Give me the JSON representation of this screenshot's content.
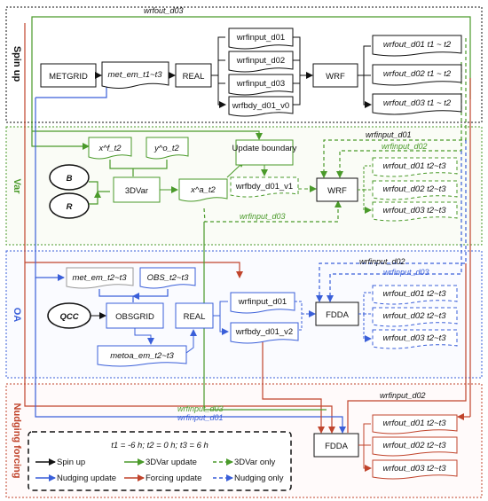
{
  "panels": {
    "spinup": "Spin up",
    "var": "Var",
    "oa": "OA",
    "nudging": "Nudging forcing"
  },
  "colors": {
    "spinup": "#111111",
    "var": "#4a9a2a",
    "oa": "#3a5fd9",
    "nudging": "#c0442c"
  },
  "spinup": {
    "metgrid": "METGRID",
    "met_em": "met_em_t1~t3",
    "real": "REAL",
    "wrfinput_d01": "wrfinput_d01",
    "wrfinput_d02": "wrfinput_d02",
    "wrfinput_d03": "wrfinput_d03",
    "wrfbdy": "wrfbdy_d01_v0",
    "wrf": "WRF",
    "wrfout_d01": "wrfout_d01 t1 ~ t2",
    "wrfout_d02": "wrfout_d02 t1 ~ t2",
    "wrfout_d03": "wrfout_d03 t1 ~ t2",
    "wrfout_label": "wrfout_d03"
  },
  "var": {
    "xf": "x^f_t2",
    "yo": "y^o_t2",
    "b": "B",
    "r": "R",
    "threedvar": "3DVar",
    "xa": "x^a_t2",
    "update_boundary": "Update boundary",
    "wrfbdy_v1": "wrfbdy_d01_v1",
    "wrf": "WRF",
    "wrfout_d01": "wrfout_d01 t2~t3",
    "wrfout_d02": "wrfout_d02 t2~t3",
    "wrfout_d03": "wrfout_d03 t2~t3",
    "lbl_wrfinput_d01": "wrfinput_d01",
    "lbl_wrfinput_d02": "wrfinput_d02",
    "lbl_wrfinput_d03": "wrfinput_d03"
  },
  "oa": {
    "met_em": "met_em_t2~t3",
    "obs": "OBS_t2~t3",
    "qcc": "QCC",
    "obsgrid": "OBSGRID",
    "real": "REAL",
    "metoa": "metoa_em_t2~t3",
    "wrfinput_d01": "wrfinput_d01",
    "wrfbdy_v2": "wrfbdy_d01_v2",
    "fdda": "FDDA",
    "wrfout_d01": "wrfout_d01 t2~t3",
    "wrfout_d02": "wrfout_d02 t2~t3",
    "wrfout_d03": "wrfout_d03 t2~t3",
    "lbl_wrfinput_d02": "wrfinput_d02",
    "lbl_wrfinput_d03": "wrfinput_d03"
  },
  "nudging": {
    "lbl_wrfinput_d02": "wrfinput_d02",
    "lbl_wrfinput_d03": "wrfinput_d03",
    "lbl_wrfinput_d01": "wrfinput_d01",
    "fdda": "FDDA",
    "wrfout_d01": "wrfout_d01 t2~t3",
    "wrfout_d02": "wrfout_d02 t2~t3",
    "wrfout_d03": "wrfout_d03 t2~t3"
  },
  "legend": {
    "times": "t1 = -6 h; t2 = 0 h; t3 = 6 h",
    "spinup": "Spin up",
    "var_update": "3DVar update",
    "var_only": "3DVar  only",
    "nudging_update": "Nudging update",
    "forcing_update": "Forcing update",
    "nudging_only": "Nudging only"
  }
}
